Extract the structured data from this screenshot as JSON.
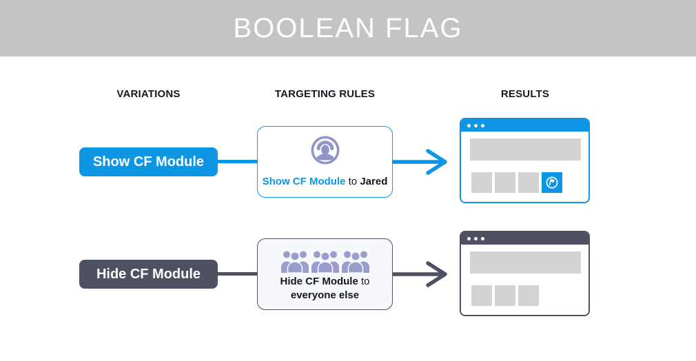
{
  "title": "BOOLEAN FLAG",
  "columns": {
    "variations": "VARIATIONS",
    "targeting": "TARGETING RULES",
    "results": "RESULTS"
  },
  "colors": {
    "blue": "#0d96e4",
    "dark": "#4d5162",
    "lavender": "#9094c6",
    "lavender_light": "#9a9ecd",
    "header_gray": "#c3c4c3",
    "tile_gray": "#d3d3d4",
    "card_light_bg": "#f7f8fb",
    "text_dark": "#15171e"
  },
  "rows": [
    {
      "variation_label": "Show CF Module",
      "rule": {
        "flag": "Show CF Module",
        "connector": "to",
        "audience": "Jared"
      },
      "icon": "single-user-in-circle",
      "result_has_module": true
    },
    {
      "variation_label": "Hide CF Module",
      "rule": {
        "flag": "Hide CF Module",
        "connector": "to",
        "audience": "everyone else"
      },
      "icon": "crowd-of-people",
      "result_has_module": false
    }
  ]
}
